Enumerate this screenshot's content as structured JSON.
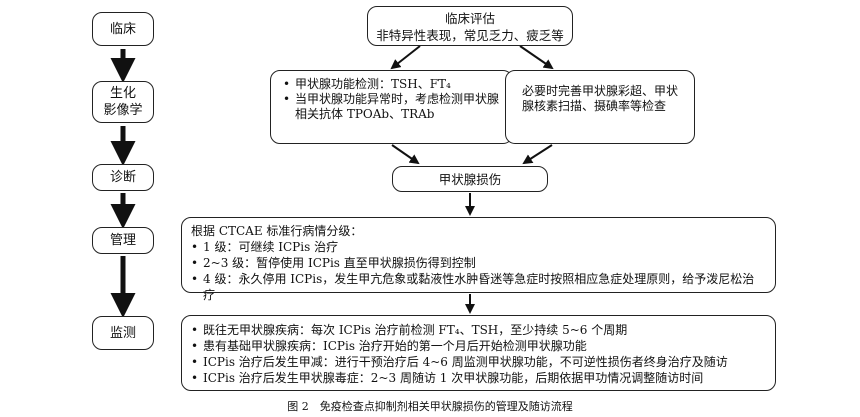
{
  "stages": [
    "临床",
    "生化\n影像学",
    "诊断",
    "管理",
    "监测"
  ],
  "clinical": {
    "title": "临床评估",
    "desc": "非特异性表现，常见乏力、疲乏等"
  },
  "biochem": {
    "left_items": [
      "甲状腺功能检测：TSH、FT₄",
      "当甲状腺功能异常时，考虑检测甲状腺相关抗体 TPOAb、TRAb"
    ],
    "right_text": "必要时完善甲状腺彩超、甲状腺核素扫描、摄碘率等检查"
  },
  "diagnosis": {
    "label": "甲状腺损伤"
  },
  "management": {
    "intro": "根据 CTCAE 标准行病情分级：",
    "items": [
      "1 级：可继续 ICPis 治疗",
      "2~3 级：暂停使用 ICPis 直至甲状腺损伤得到控制",
      "4 级：永久停用 ICPis，发生甲亢危象或黏液性水肿昏迷等急症时按照相应急症处理原则，给予泼尼松治疗"
    ]
  },
  "monitoring": {
    "items": [
      "既往无甲状腺疾病：每次 ICPis 治疗前检测 FT₄、TSH，至少持续 5~6 个周期",
      "患有基础甲状腺疾病：ICPis 治疗开始的第一个月后开始检测甲状腺功能",
      "ICPis 治疗后发生甲减：进行干预治疗后 4~6 周监测甲状腺功能，不可逆性损伤者终身治疗及随访",
      "ICPis 治疗后发生甲状腺毒症：2~3 周随访 1 次甲状腺功能，后期依据甲功情况调整随访时间"
    ]
  },
  "caption": "图 2　免疫检查点抑制剂相关甲状腺损伤的管理及随访流程"
}
